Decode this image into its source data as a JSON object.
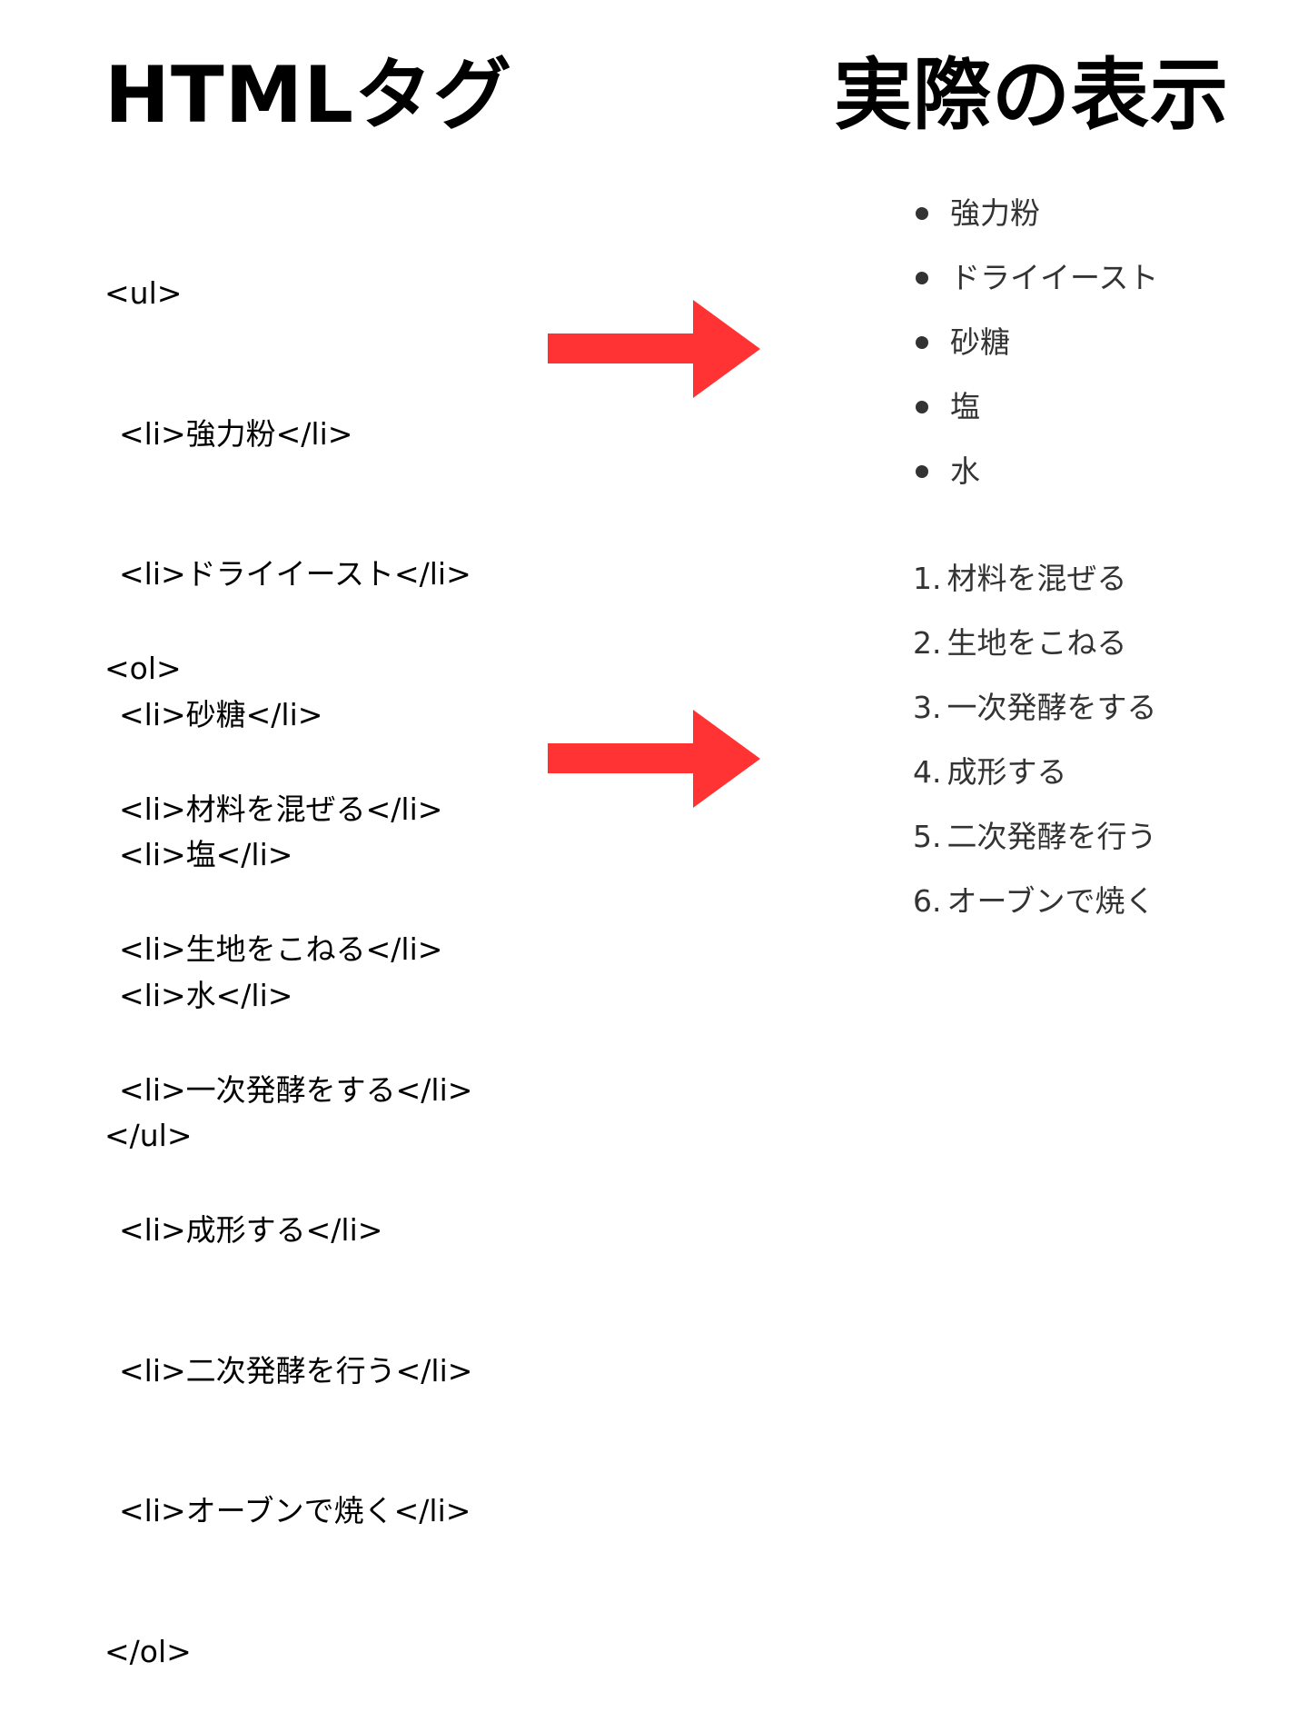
{
  "headings": {
    "left": "HTMLタグ",
    "right": "実際の表示"
  },
  "colors": {
    "arrow": "#ff3333",
    "rendered_text": "#333333",
    "code_text": "#000000"
  },
  "code": {
    "ul": {
      "open": "<ul>",
      "items": [
        "<li>強力粉</li>",
        "<li>ドライイースト</li>",
        "<li>砂糖</li>",
        "<li>塩</li>",
        "<li>水</li>"
      ],
      "close": "</ul>"
    },
    "ol": {
      "open": "<ol>",
      "items": [
        "<li>材料を混ぜる</li>",
        "<li>生地をこねる</li>",
        "<li>一次発酵をする</li>",
        "<li>成形する</li>",
        "<li>二次発酵を行う</li>",
        "<li>オーブンで焼く</li>"
      ],
      "close": "</ol>"
    }
  },
  "rendered": {
    "ul_items": [
      "強力粉",
      "ドライイースト",
      "砂糖",
      "塩",
      "水"
    ],
    "ol_items": [
      {
        "num": "1.",
        "text": "材料を混ぜる"
      },
      {
        "num": "2.",
        "text": "生地をこねる"
      },
      {
        "num": "3.",
        "text": "一次発酵をする"
      },
      {
        "num": "4.",
        "text": "成形する"
      },
      {
        "num": "5.",
        "text": "二次発酵を行う"
      },
      {
        "num": "6.",
        "text": "オーブンで焼く"
      }
    ]
  },
  "icons": {
    "arrow_1": "right-arrow-icon",
    "arrow_2": "right-arrow-icon"
  }
}
